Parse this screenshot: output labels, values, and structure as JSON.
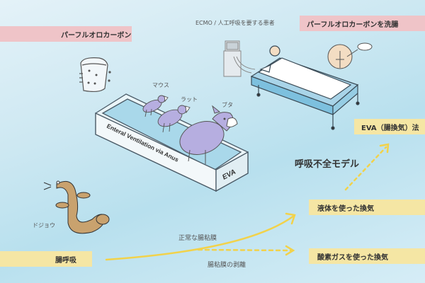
{
  "labels": {
    "pfc_top_left": "パーフルオロカーボン",
    "pfc_enema": "パーフルオロカーボンを洗腸",
    "ecmo_patient": "ECMO / 人工呼吸を要する患者",
    "eva_method": "EVA（腸換気）法",
    "respiratory_failure_model": "呼吸不全モデル",
    "liquid_ventilation": "液体を使った換気",
    "oxygen_gas_ventilation": "酸素ガスを使った換気",
    "intestinal_breathing": "腸呼吸",
    "normal_mucosa": "正常な腸粘膜",
    "mucosa_removal": "腸粘膜の剥離",
    "loach": "ドジョウ",
    "mouse": "マウス",
    "rat": "ラット",
    "pig": "ブタ",
    "tank_side_text": "Enteral Ventilation via Anus",
    "tank_end_text": "EVA"
  },
  "colors": {
    "pink_box": "#efc4c8",
    "yellow_box": "#f5e6a4",
    "arrow": "#f2d24a",
    "animal": "#b6aee0",
    "loach": "#c9a26e"
  }
}
